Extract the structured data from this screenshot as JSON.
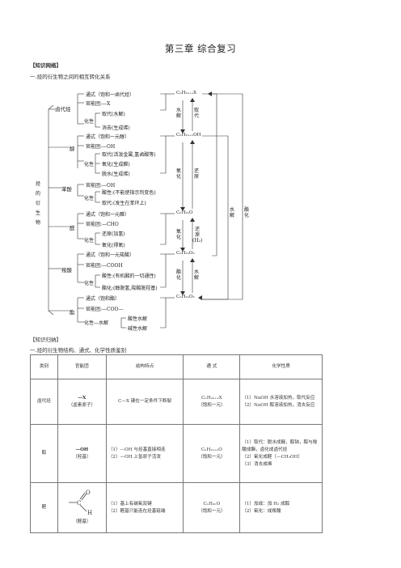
{
  "title": "第三章  综合复习",
  "network": {
    "heading": "【知识网络】",
    "subheading": "一.烃的衍生物之间的相互转化关系",
    "root": [
      "烃",
      "的",
      "衍",
      "生",
      "物"
    ],
    "groups": {
      "halo": {
        "name": "卤代烃",
        "items": [
          "通式（饱和一卤代烃）",
          "官能团:—X",
          "化性",
          "取代(水解)",
          "消去(生成烯)"
        ]
      },
      "alcohol": {
        "name": "醇",
        "items": [
          "通式（饱和一元醇）",
          "官能团:—OH",
          "化性",
          "取代(活泼金属,氢卤酸等)",
          "氧化(生成醛)",
          "脱水(生成烯)"
        ]
      },
      "phenol": {
        "name": "苯酚",
        "items": [
          "官能团:—OH",
          "化性",
          "酸性:(不能使指示剂变色)",
          "取代:(发生在苯环上)"
        ]
      },
      "aldehyde": {
        "name": "醛",
        "items": [
          "通式（饱和一元醛）",
          "官能团:—CHO",
          "化性",
          "还原(加氢)",
          "氧化(得氧)"
        ]
      },
      "acid": {
        "name": "羧酸",
        "items": [
          "通式（饱和一元羧酸）",
          "官能团:—COOH",
          "化性",
          "酸性:(有机酸的一切通性)",
          "酯化:(醇脱氢,羧酸脱羟基)"
        ]
      },
      "ester": {
        "name": "酯",
        "items": [
          "通式（饱和酯）",
          "官能团:—COO—",
          "化性—水解",
          "酸性水解",
          "碱性水解"
        ]
      }
    },
    "formulas": [
      "CₙH₂ₙ₊₁X",
      "CₙH₂ₙ₊₁OH",
      "CₙH₂ₙO",
      "CₙH₂ₙO₂",
      "CₙH₂ₙO₂"
    ],
    "arrows": {
      "water_elim": [
        "水",
        "解"
      ],
      "take_sub": [
        "取",
        "代"
      ],
      "oxidation": [
        "氧",
        "化"
      ],
      "reduction": [
        "还",
        "原"
      ],
      "oxid2": [
        "氧",
        "化"
      ],
      "reduction2": [
        "还",
        "原",
        "(H₂)"
      ],
      "esterify": [
        "酯",
        "化"
      ],
      "hydrolysis1": [
        "水",
        "解"
      ],
      "hydrolysis2": [
        "水",
        "解"
      ],
      "esterify2": [
        "酯",
        "化"
      ]
    }
  },
  "summary": {
    "heading": "【知识归纳】",
    "subheading": "一.烃的衍生物结构、通式、化学性质鉴别",
    "headers": [
      "类别",
      "官能团",
      "结构特点",
      "通   式",
      "化学性质"
    ],
    "rows": [
      {
        "category": "卤代烃",
        "group": "—X",
        "group_note": "（卤素原子）",
        "structure": [
          "C—X 键在一定条件下断裂"
        ],
        "formula": "CₙH₂ₙ₊₁X",
        "formula_note": "（饱和一元）",
        "properties": [
          "（1）NaOH 水溶液加热，取代反应",
          "（2）NaOH 醇溶液加热，消去反应"
        ]
      },
      {
        "category": "醇",
        "group": "—OH",
        "group_note": "（羟基）",
        "structure": [
          "（1）—OH 与烃基直接相连",
          "（2）—OH 上氢原子活泼"
        ],
        "formula": "CₙH₂ₙ₊₂O",
        "formula_note": "（饱和一元）",
        "properties": [
          "（1）取代：脱水成醚，醇钠，醇与羧酸成酯，卤化成卤代烃",
          "（2）氧化成醛（—CH₂OH）",
          "（3）消去成烯"
        ]
      },
      {
        "category": "醛",
        "group": "—CHO",
        "group_note": "（醛基）",
        "structure": [
          "（1）基上有碳氧双键",
          "（2）醛基只能连在烃基链端"
        ],
        "formula": "CₙH₂ₙO",
        "formula_note": "（饱和一元）",
        "properties": [
          "（1）加成：加 H₂ 成醇",
          "（2）氧化：成羧酸"
        ]
      }
    ]
  }
}
